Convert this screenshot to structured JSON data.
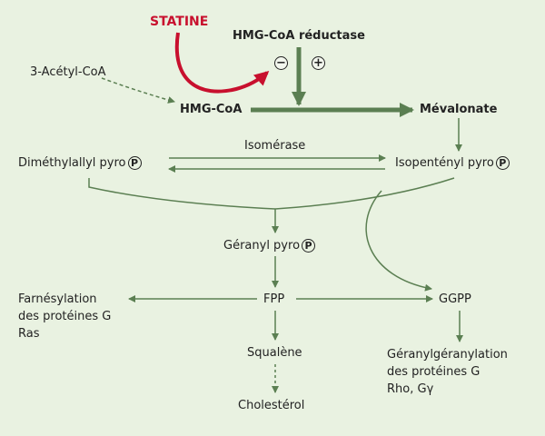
{
  "nodes": {
    "statine": "STATINE",
    "hmg_coa_reductase": "HMG-CoA réductase",
    "acetyl_coa": "3-Acétyl-CoA",
    "hmg_coa": "HMG-CoA",
    "mevalonate": "Mévalonate",
    "isomerase": "Isomérase",
    "dimethylallyl": "Diméthylallyl pyro",
    "isopentenyl": "Isopentényl pyro",
    "geranyl": "Géranyl pyro",
    "fpp": "FPP",
    "ggpp": "GGPP",
    "farnesylation_1": "Farnésylation",
    "farnesylation_2": "des protéines G",
    "farnesylation_3": "Ras",
    "squalene": "Squalène",
    "cholesterol": "Cholestérol",
    "geranylgeranylation_1": "Géranylgéranylation",
    "geranylgeranylation_2": "des protéines G",
    "geranylgeranylation_3": "Rho, Gγ"
  },
  "symbols": {
    "phosphate": "P",
    "minus": "−",
    "plus": "+"
  },
  "colors": {
    "background": "#e9f2e1",
    "arrow": "#5b7f52",
    "statine": "#c8102e"
  }
}
